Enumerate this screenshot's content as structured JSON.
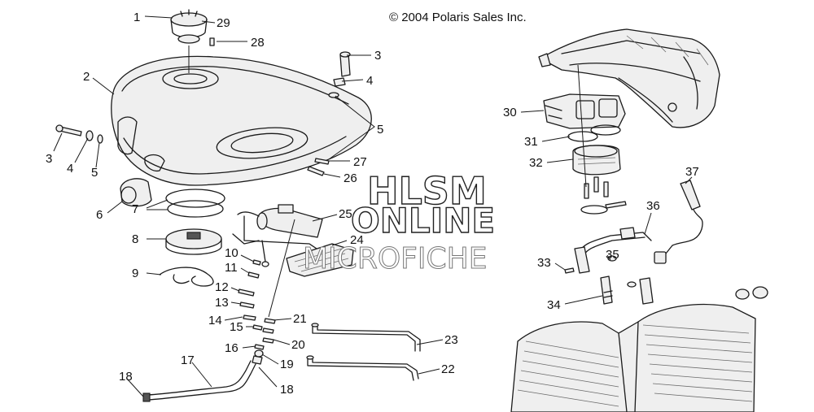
{
  "copyright": "© 2004 Polaris Sales Inc.",
  "watermark": {
    "line1": "HLSM",
    "line2": "ONLINE",
    "line3": "MICROFICHE"
  },
  "callouts": [
    {
      "id": "c1",
      "label": "1"
    },
    {
      "id": "c29",
      "label": "29"
    },
    {
      "id": "c28",
      "label": "28"
    },
    {
      "id": "c2",
      "label": "2"
    },
    {
      "id": "c3a",
      "label": "3"
    },
    {
      "id": "c4a",
      "label": "4"
    },
    {
      "id": "c5a",
      "label": "5"
    },
    {
      "id": "c3b",
      "label": "3"
    },
    {
      "id": "c4b",
      "label": "4"
    },
    {
      "id": "c5b",
      "label": "5"
    },
    {
      "id": "c27",
      "label": "27"
    },
    {
      "id": "c26",
      "label": "26"
    },
    {
      "id": "c6",
      "label": "6"
    },
    {
      "id": "c7",
      "label": "7"
    },
    {
      "id": "c8",
      "label": "8"
    },
    {
      "id": "c9",
      "label": "9"
    },
    {
      "id": "c25",
      "label": "25"
    },
    {
      "id": "c24",
      "label": "24"
    },
    {
      "id": "c10",
      "label": "10"
    },
    {
      "id": "c11",
      "label": "11"
    },
    {
      "id": "c12",
      "label": "12"
    },
    {
      "id": "c13",
      "label": "13"
    },
    {
      "id": "c14",
      "label": "14"
    },
    {
      "id": "c15",
      "label": "15"
    },
    {
      "id": "c21",
      "label": "21"
    },
    {
      "id": "c16",
      "label": "16"
    },
    {
      "id": "c20",
      "label": "20"
    },
    {
      "id": "c17",
      "label": "17"
    },
    {
      "id": "c19",
      "label": "19"
    },
    {
      "id": "c18a",
      "label": "18"
    },
    {
      "id": "c18b",
      "label": "18"
    },
    {
      "id": "c23",
      "label": "23"
    },
    {
      "id": "c22",
      "label": "22"
    },
    {
      "id": "c30",
      "label": "30"
    },
    {
      "id": "c31",
      "label": "31"
    },
    {
      "id": "c32",
      "label": "32"
    },
    {
      "id": "c37",
      "label": "37"
    },
    {
      "id": "c36",
      "label": "36"
    },
    {
      "id": "c33",
      "label": "33"
    },
    {
      "id": "c35",
      "label": "35"
    },
    {
      "id": "c34",
      "label": "34"
    }
  ]
}
